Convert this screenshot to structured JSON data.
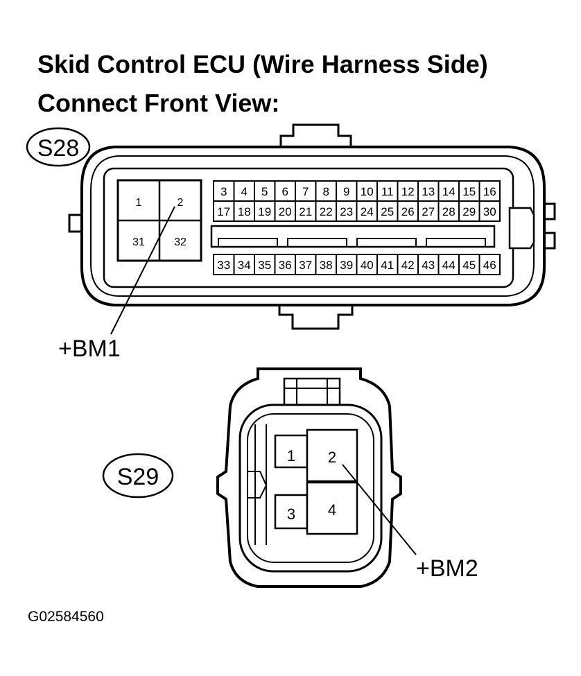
{
  "title_line1": "Skid Control ECU (Wire Harness Side)",
  "title_line2": "Connect Front View:",
  "figure_id": "G02584560",
  "connectors": [
    {
      "code": "S28",
      "large_pins": [
        "1",
        "2",
        "31",
        "32"
      ],
      "upper_row_1": [
        "3",
        "4",
        "5",
        "6",
        "7",
        "8",
        "9",
        "10",
        "11",
        "12",
        "13",
        "14",
        "15",
        "16"
      ],
      "upper_row_2": [
        "17",
        "18",
        "19",
        "20",
        "21",
        "22",
        "23",
        "24",
        "25",
        "26",
        "27",
        "28",
        "29",
        "30"
      ],
      "lower_row": [
        "33",
        "34",
        "35",
        "36",
        "37",
        "38",
        "39",
        "40",
        "41",
        "42",
        "43",
        "44",
        "45",
        "46"
      ],
      "callout_label": "+BM1",
      "callout_pin": "2"
    },
    {
      "code": "S29",
      "pins": [
        "1",
        "2",
        "3",
        "4"
      ],
      "callout_label": "+BM2",
      "callout_pin": "2"
    }
  ]
}
